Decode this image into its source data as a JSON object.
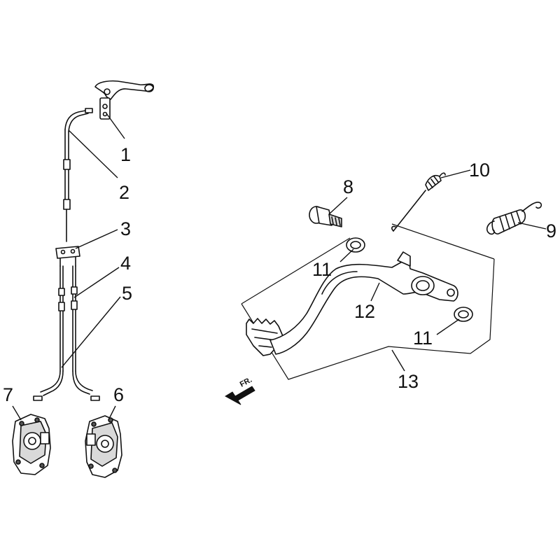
{
  "callouts": {
    "c1": "1",
    "c2": "2",
    "c3": "3",
    "c4": "4",
    "c5": "5",
    "c6": "6",
    "c7": "7",
    "c8": "8",
    "c9": "9",
    "c10": "10",
    "c11a": "11",
    "c11b": "11",
    "c12": "12",
    "c13": "13"
  },
  "direction_marker": {
    "label": "FR."
  },
  "parts": [
    "brake-lever",
    "cable-upper",
    "splitter-block",
    "cable-right",
    "cable-left",
    "brake-caliper-right",
    "brake-caliper-left",
    "pivot-bolt",
    "return-spring",
    "spring-pin",
    "washer",
    "brake-pedal",
    "pedal-assembly"
  ],
  "colors": {
    "line": "#111111",
    "background": "#ffffff"
  }
}
